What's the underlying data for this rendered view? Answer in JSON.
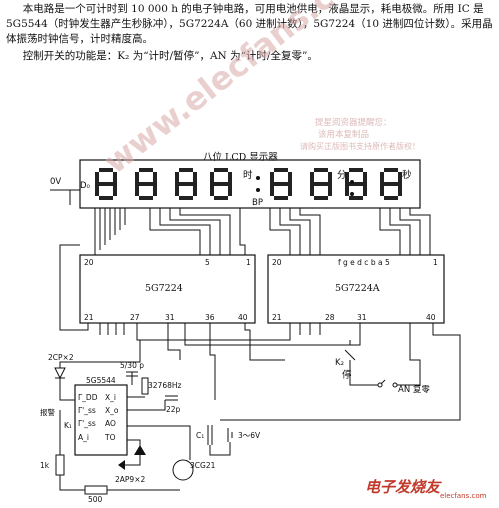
{
  "description": {
    "para1": "本电路是一个可计时到 10 000 h 的电子钟电路，可用电池供电，液晶显示，耗电极微。所用 IC 是 5G5544（时钟发生器产生秒脉冲），5G7224A（60 进制计数），5G7224（10 进制四位计数）。采用晶体振荡时钟信号，计时精度高。",
    "para2": "控制开关的功能是：K₂ 为“计时/暂停”，AN 为“计时/全复零”。"
  },
  "display": {
    "title": "八位 LCD 显示器",
    "hour_label": "时",
    "minute_label": "分",
    "second_label": "秒",
    "bp_label": "BP",
    "d0_label": "D₀",
    "ov_label": "0V",
    "digits": [
      "8",
      "8",
      "8",
      "8",
      "8",
      "8",
      "8",
      "8"
    ]
  },
  "ic_left": {
    "name": "5G7224",
    "pin_20": "20",
    "pin_5": "5",
    "pin_1": "1",
    "pin_21": "21",
    "pin_27": "27",
    "pin_31": "31",
    "pin_36": "36",
    "pin_40": "40"
  },
  "ic_right": {
    "name": "5G7224A",
    "pins_top": "f g e d c b a 5",
    "pin_20": "20",
    "pin_1": "1",
    "pin_21": "21",
    "pin_28": "28",
    "pin_31": "31",
    "pin_40": "40"
  },
  "switches": {
    "k2_label": "K₂",
    "k2_function": "停",
    "an_label": "AN 复零",
    "k1_label": "K₁",
    "alarm_label": "报警"
  },
  "oscillator": {
    "ic_name": "5G5544",
    "pins_left": [
      "Γ_DD",
      "Γ'_ss",
      "Γ'_ss",
      "A_i"
    ],
    "pins_right": [
      "X_i",
      "X_o",
      "AO",
      "TO"
    ],
    "crystal": "32768Hz",
    "trim_cap": "5/30 p",
    "fixed_cap": "22p",
    "led_label": "2CP×2",
    "diode_label": "2AP9×2",
    "transistor": "3CG21",
    "resistor1": "1k",
    "resistor2": "500",
    "cap_c1": "C₁",
    "supply": "3～6V"
  },
  "watermark": {
    "site": "www.elecfans.com",
    "brand": "电子发烧友",
    "brand_url": "elecfans.com",
    "notice": "提星阅资器提醒您：",
    "notice_line2": "该用本复制品",
    "notice_line3": "请购买正版图书支持原作者版权！"
  },
  "colors": {
    "ink": "#111111",
    "watermark": "#d9a9a9",
    "brand_red": "#c0392b"
  }
}
